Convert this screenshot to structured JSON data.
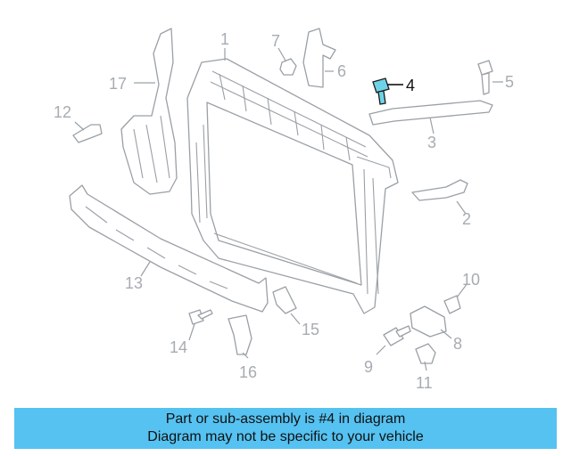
{
  "diagram": {
    "callouts": {
      "c1": "1",
      "c2": "2",
      "c3": "3",
      "c4": "4",
      "c5": "5",
      "c6": "6",
      "c7": "7",
      "c8": "8",
      "c9": "9",
      "c10": "10",
      "c11": "11",
      "c12": "12",
      "c13": "13",
      "c14": "14",
      "c15": "15",
      "c16": "16",
      "c17": "17"
    },
    "highlighted_part": "4",
    "colors": {
      "highlight": "#6fd3e8",
      "part_lines": "#9aa0a6",
      "banner": "#55c2f2"
    }
  },
  "banner": {
    "line1": "Part or sub-assembly is #4 in diagram",
    "line2": "Diagram may not be specific to your vehicle"
  }
}
